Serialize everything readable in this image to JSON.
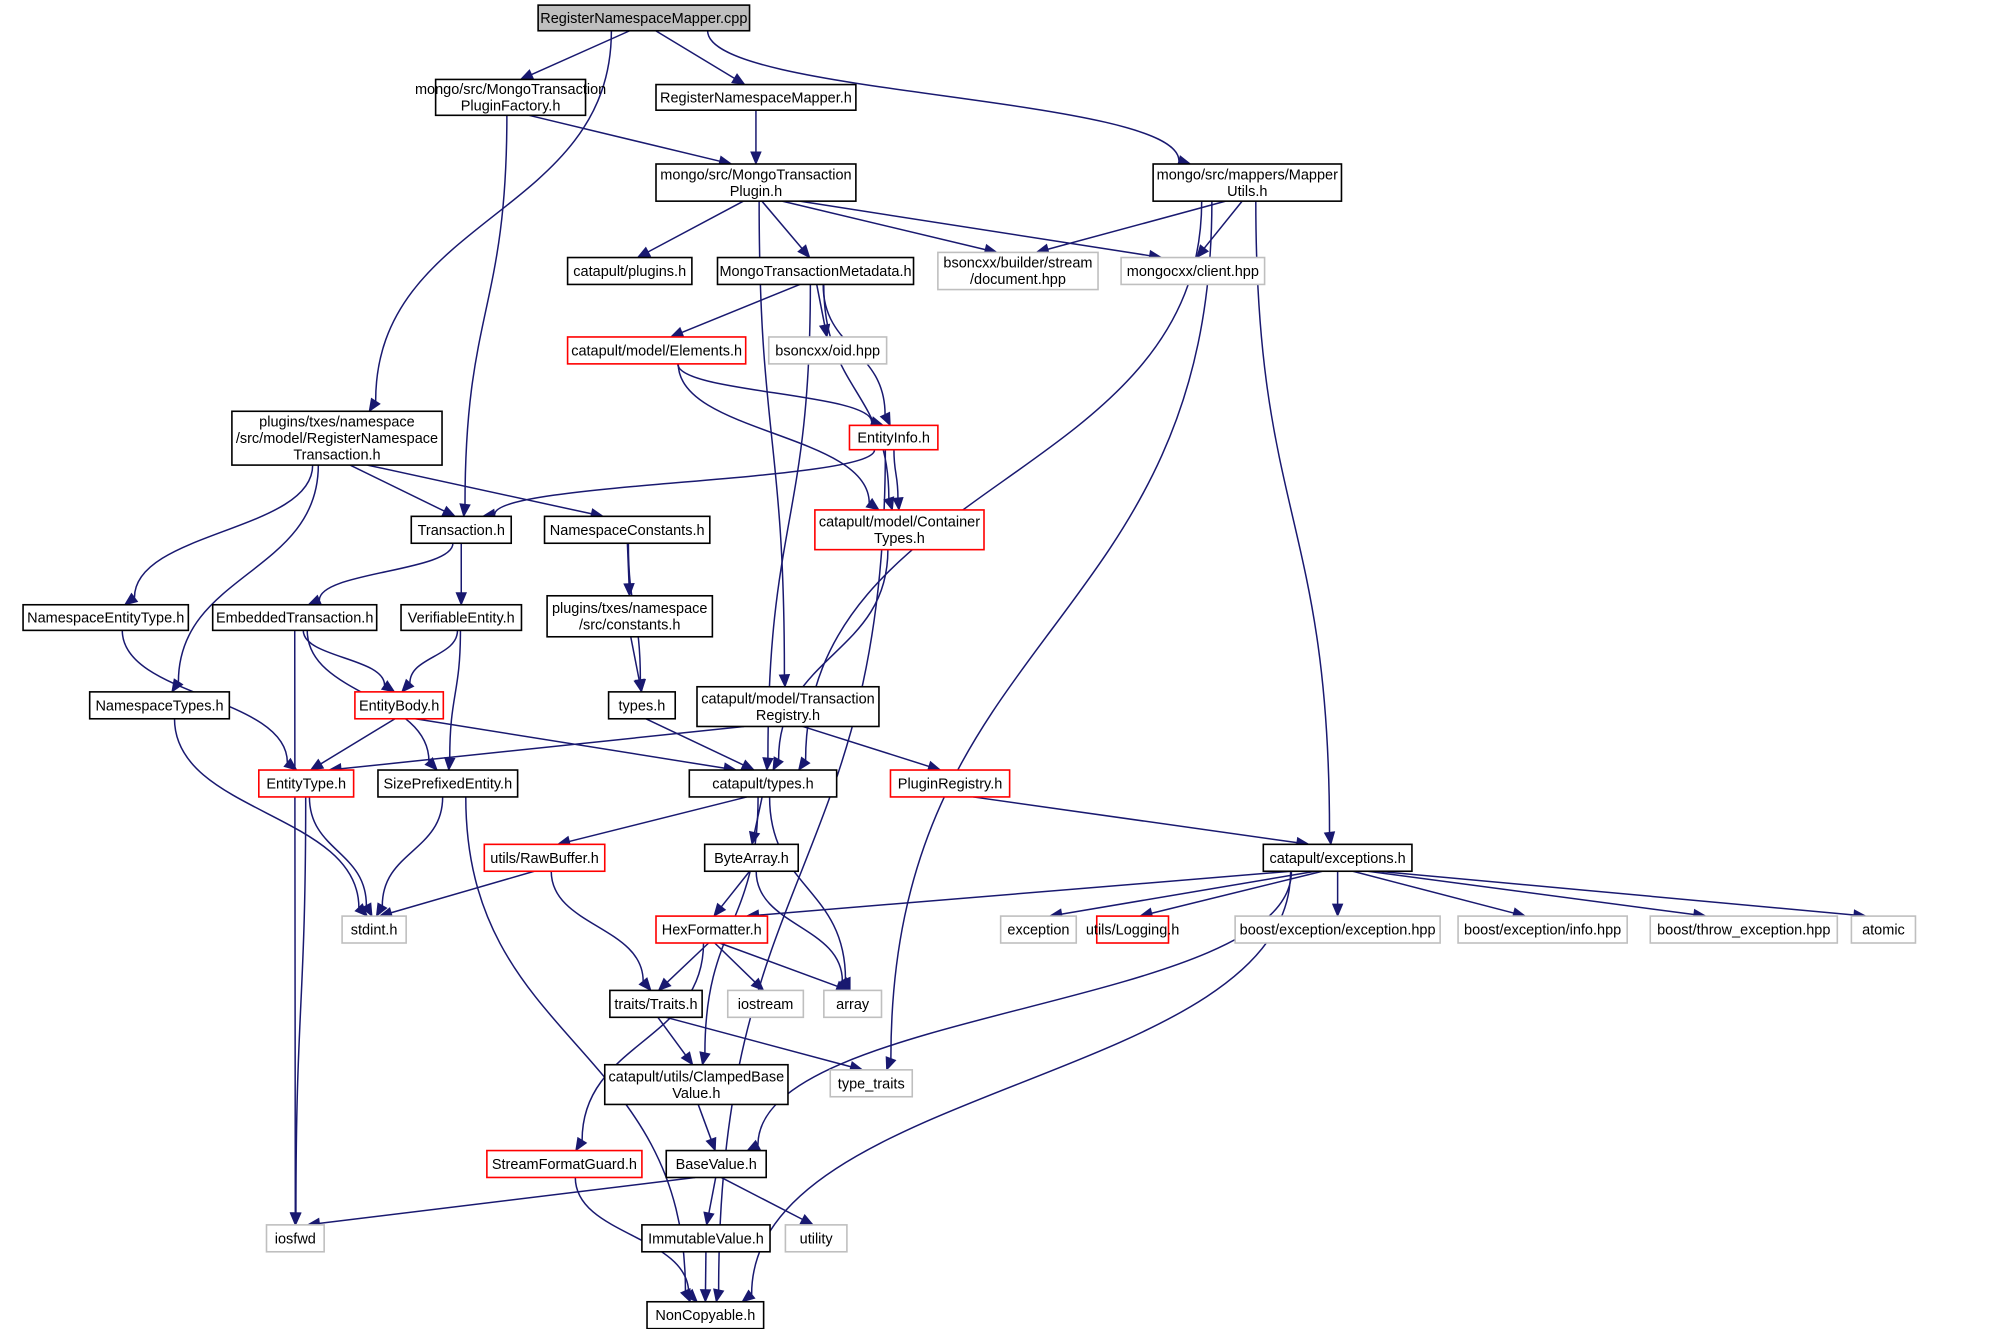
{
  "diagram": {
    "type": "include-dependency-graph",
    "root": "RegisterNamespaceMapper.cpp",
    "colors": {
      "edge": "#191970",
      "documented_border": "#000000",
      "undocumented_border": "#ff0000",
      "external_border": "#bfbfbf",
      "root_fill": "#bfbfbf"
    },
    "nodes": [
      {
        "id": "root",
        "lines": [
          "RegisterNamespaceMapper.cpp"
        ],
        "kind": "root"
      },
      {
        "id": "factory",
        "lines": [
          "mongo/src/MongoTransaction",
          "PluginFactory.h"
        ],
        "kind": "normal"
      },
      {
        "id": "rnmh",
        "lines": [
          "RegisterNamespaceMapper.h"
        ],
        "kind": "normal"
      },
      {
        "id": "mapperutils",
        "lines": [
          "mongo/src/mappers/Mapper",
          "Utils.h"
        ],
        "kind": "normal"
      },
      {
        "id": "plugin",
        "lines": [
          "mongo/src/MongoTransaction",
          "Plugin.h"
        ],
        "kind": "normal"
      },
      {
        "id": "plugins",
        "lines": [
          "catapult/plugins.h"
        ],
        "kind": "normal"
      },
      {
        "id": "metadata",
        "lines": [
          "MongoTransactionMetadata.h"
        ],
        "kind": "normal"
      },
      {
        "id": "bsondoc",
        "lines": [
          "bsoncxx/builder/stream",
          "/document.hpp"
        ],
        "kind": "gray"
      },
      {
        "id": "client",
        "lines": [
          "mongocxx/client.hpp"
        ],
        "kind": "gray"
      },
      {
        "id": "elements",
        "lines": [
          "catapult/model/Elements.h"
        ],
        "kind": "red"
      },
      {
        "id": "oid",
        "lines": [
          "bsoncxx/oid.hpp"
        ],
        "kind": "gray"
      },
      {
        "id": "rntx",
        "lines": [
          "plugins/txes/namespace",
          "/src/model/RegisterNamespace",
          "Transaction.h"
        ],
        "kind": "normal"
      },
      {
        "id": "entityinfo",
        "lines": [
          "EntityInfo.h"
        ],
        "kind": "red"
      },
      {
        "id": "transaction",
        "lines": [
          "Transaction.h"
        ],
        "kind": "normal"
      },
      {
        "id": "nsconst",
        "lines": [
          "NamespaceConstants.h"
        ],
        "kind": "normal"
      },
      {
        "id": "containertypes",
        "lines": [
          "catapult/model/Container",
          "Types.h"
        ],
        "kind": "red"
      },
      {
        "id": "nsentitytype",
        "lines": [
          "NamespaceEntityType.h"
        ],
        "kind": "normal"
      },
      {
        "id": "embedded",
        "lines": [
          "EmbeddedTransaction.h"
        ],
        "kind": "normal"
      },
      {
        "id": "verifiable",
        "lines": [
          "VerifiableEntity.h"
        ],
        "kind": "normal"
      },
      {
        "id": "constants",
        "lines": [
          "plugins/txes/namespace",
          "/src/constants.h"
        ],
        "kind": "normal"
      },
      {
        "id": "nstypes",
        "lines": [
          "NamespaceTypes.h"
        ],
        "kind": "normal"
      },
      {
        "id": "entitybody",
        "lines": [
          "EntityBody.h"
        ],
        "kind": "red"
      },
      {
        "id": "typesh",
        "lines": [
          "types.h"
        ],
        "kind": "normal"
      },
      {
        "id": "txregistry",
        "lines": [
          "catapult/model/Transaction",
          "Registry.h"
        ],
        "kind": "normal"
      },
      {
        "id": "entitytype",
        "lines": [
          "EntityType.h"
        ],
        "kind": "red"
      },
      {
        "id": "sizeprefixed",
        "lines": [
          "SizePrefixedEntity.h"
        ],
        "kind": "normal"
      },
      {
        "id": "cattypes",
        "lines": [
          "catapult/types.h"
        ],
        "kind": "normal"
      },
      {
        "id": "pluginregistry",
        "lines": [
          "PluginRegistry.h"
        ],
        "kind": "red"
      },
      {
        "id": "exceptions",
        "lines": [
          "catapult/exceptions.h"
        ],
        "kind": "normal"
      },
      {
        "id": "rawbuffer",
        "lines": [
          "utils/RawBuffer.h"
        ],
        "kind": "red"
      },
      {
        "id": "bytearray",
        "lines": [
          "ByteArray.h"
        ],
        "kind": "normal"
      },
      {
        "id": "stdint",
        "lines": [
          "stdint.h"
        ],
        "kind": "gray"
      },
      {
        "id": "hexformatter",
        "lines": [
          "HexFormatter.h"
        ],
        "kind": "red"
      },
      {
        "id": "exception",
        "lines": [
          "exception"
        ],
        "kind": "gray"
      },
      {
        "id": "logging",
        "lines": [
          "utils/Logging.h"
        ],
        "kind": "red"
      },
      {
        "id": "boostexc",
        "lines": [
          "boost/exception/exception.hpp"
        ],
        "kind": "gray"
      },
      {
        "id": "boostinfo",
        "lines": [
          "boost/exception/info.hpp"
        ],
        "kind": "gray"
      },
      {
        "id": "throwexc",
        "lines": [
          "boost/throw_exception.hpp"
        ],
        "kind": "gray"
      },
      {
        "id": "atomic",
        "lines": [
          "atomic"
        ],
        "kind": "gray"
      },
      {
        "id": "iostream",
        "lines": [
          "iostream"
        ],
        "kind": "gray"
      },
      {
        "id": "array",
        "lines": [
          "array"
        ],
        "kind": "gray"
      },
      {
        "id": "traits",
        "lines": [
          "traits/Traits.h"
        ],
        "kind": "normal"
      },
      {
        "id": "clamped",
        "lines": [
          "catapult/utils/ClampedBase",
          "Value.h"
        ],
        "kind": "normal"
      },
      {
        "id": "typetraits",
        "lines": [
          "type_traits"
        ],
        "kind": "gray"
      },
      {
        "id": "streamguard",
        "lines": [
          "StreamFormatGuard.h"
        ],
        "kind": "red"
      },
      {
        "id": "basevalue",
        "lines": [
          "BaseValue.h"
        ],
        "kind": "normal"
      },
      {
        "id": "iosfwd",
        "lines": [
          "iosfwd"
        ],
        "kind": "gray"
      },
      {
        "id": "immutable",
        "lines": [
          "ImmutableValue.h"
        ],
        "kind": "normal"
      },
      {
        "id": "utility",
        "lines": [
          "utility"
        ],
        "kind": "gray"
      },
      {
        "id": "noncopyable",
        "lines": [
          "NonCopyable.h"
        ],
        "kind": "normal"
      }
    ],
    "edges": [
      [
        "root",
        "rntx"
      ],
      [
        "root",
        "factory"
      ],
      [
        "root",
        "rnmh"
      ],
      [
        "root",
        "mapperutils"
      ],
      [
        "factory",
        "plugin"
      ],
      [
        "factory",
        "transaction"
      ],
      [
        "rnmh",
        "plugin"
      ],
      [
        "plugin",
        "txregistry"
      ],
      [
        "plugin",
        "plugins"
      ],
      [
        "plugin",
        "metadata"
      ],
      [
        "plugin",
        "bsondoc"
      ],
      [
        "plugin",
        "client"
      ],
      [
        "mapperutils",
        "bsondoc"
      ],
      [
        "mapperutils",
        "client"
      ],
      [
        "mapperutils",
        "cattypes"
      ],
      [
        "mapperutils",
        "typetraits"
      ],
      [
        "mapperutils",
        "exceptions"
      ],
      [
        "metadata",
        "elements"
      ],
      [
        "metadata",
        "oid"
      ],
      [
        "metadata",
        "entityinfo"
      ],
      [
        "metadata",
        "containertypes"
      ],
      [
        "metadata",
        "cattypes"
      ],
      [
        "elements",
        "entityinfo"
      ],
      [
        "elements",
        "containertypes"
      ],
      [
        "entityinfo",
        "transaction"
      ],
      [
        "entityinfo",
        "containertypes"
      ],
      [
        "entityinfo",
        "noncopyable"
      ],
      [
        "containertypes",
        "cattypes"
      ],
      [
        "rntx",
        "nstypes"
      ],
      [
        "rntx",
        "nsentitytype"
      ],
      [
        "rntx",
        "transaction"
      ],
      [
        "rntx",
        "nsconst"
      ],
      [
        "transaction",
        "embedded"
      ],
      [
        "transaction",
        "verifiable"
      ],
      [
        "nsconst",
        "constants"
      ],
      [
        "nsconst",
        "typesh"
      ],
      [
        "constants",
        "typesh"
      ],
      [
        "nsentitytype",
        "entitytype"
      ],
      [
        "embedded",
        "iosfwd"
      ],
      [
        "embedded",
        "entitybody"
      ],
      [
        "embedded",
        "sizeprefixed"
      ],
      [
        "verifiable",
        "entitybody"
      ],
      [
        "verifiable",
        "sizeprefixed"
      ],
      [
        "nstypes",
        "stdint"
      ],
      [
        "entitybody",
        "entitytype"
      ],
      [
        "entitybody",
        "cattypes"
      ],
      [
        "typesh",
        "cattypes"
      ],
      [
        "txregistry",
        "entitytype"
      ],
      [
        "txregistry",
        "pluginregistry"
      ],
      [
        "entitytype",
        "stdint"
      ],
      [
        "entitytype",
        "iosfwd"
      ],
      [
        "sizeprefixed",
        "stdint"
      ],
      [
        "sizeprefixed",
        "noncopyable"
      ],
      [
        "cattypes",
        "rawbuffer"
      ],
      [
        "cattypes",
        "bytearray"
      ],
      [
        "cattypes",
        "array"
      ],
      [
        "cattypes",
        "clamped"
      ],
      [
        "pluginregistry",
        "exceptions"
      ],
      [
        "exceptions",
        "hexformatter"
      ],
      [
        "exceptions",
        "exception"
      ],
      [
        "exceptions",
        "logging"
      ],
      [
        "exceptions",
        "boostexc"
      ],
      [
        "exceptions",
        "boostinfo"
      ],
      [
        "exceptions",
        "throwexc"
      ],
      [
        "exceptions",
        "atomic"
      ],
      [
        "exceptions",
        "basevalue"
      ],
      [
        "exceptions",
        "noncopyable"
      ],
      [
        "rawbuffer",
        "stdint"
      ],
      [
        "rawbuffer",
        "traits"
      ],
      [
        "bytearray",
        "hexformatter"
      ],
      [
        "bytearray",
        "array"
      ],
      [
        "hexformatter",
        "traits"
      ],
      [
        "hexformatter",
        "iostream"
      ],
      [
        "hexformatter",
        "array"
      ],
      [
        "hexformatter",
        "streamguard"
      ],
      [
        "traits",
        "clamped"
      ],
      [
        "traits",
        "typetraits"
      ],
      [
        "clamped",
        "basevalue"
      ],
      [
        "streamguard",
        "noncopyable"
      ],
      [
        "basevalue",
        "iosfwd"
      ],
      [
        "basevalue",
        "immutable"
      ],
      [
        "basevalue",
        "utility"
      ],
      [
        "immutable",
        "noncopyable"
      ]
    ]
  }
}
